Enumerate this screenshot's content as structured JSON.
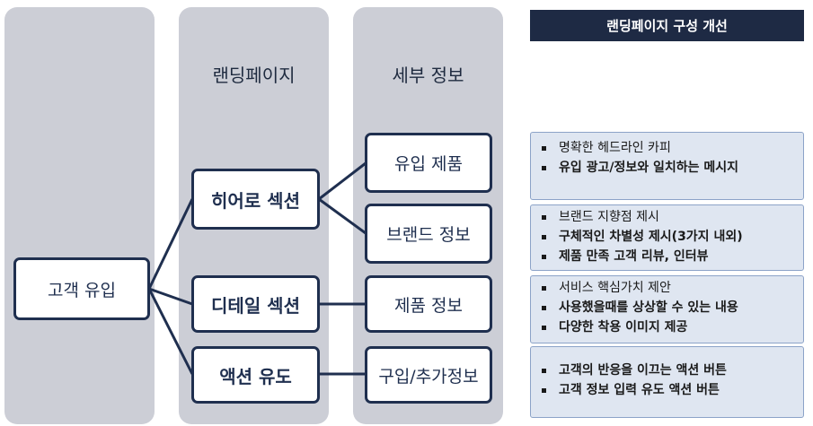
{
  "columns": {
    "landing": "랜딩페이지",
    "detail": "세부 정보"
  },
  "nodes": {
    "inflow": "고객 유입",
    "hero": "히어로 섹션",
    "detail_section": "디테일 섹션",
    "action": "액션 유도",
    "product_inflow": "유입 제품",
    "brand_info": "브랜드 정보",
    "product_info": "제품 정보",
    "purchase": "구입/추가정보"
  },
  "panel": {
    "title": "랜딩페이지 구성 개선",
    "groups": [
      {
        "items": [
          "명확한 헤드라인 카피",
          "유입 광고/정보와 일치하는 메시지"
        ]
      },
      {
        "items": [
          "브랜드 지향점 제시",
          "구체적인 차별성 제시(3가지 내외)",
          "제품 만족 고객 리뷰, 인터뷰"
        ]
      },
      {
        "items": [
          "서비스 핵심가치 제안",
          "사용했을때를 상상할 수 있는 내용",
          "다양한 착용 이미지 제공"
        ]
      },
      {
        "items": [
          "고객의 반응을 이끄는 액션 버튼",
          "고객 정보 입력 유도 액션 버튼"
        ]
      }
    ]
  },
  "colors": {
    "navy": "#1f2f4f",
    "column_bg": "#ccced6",
    "panel_bg": "#dfe6f1"
  }
}
